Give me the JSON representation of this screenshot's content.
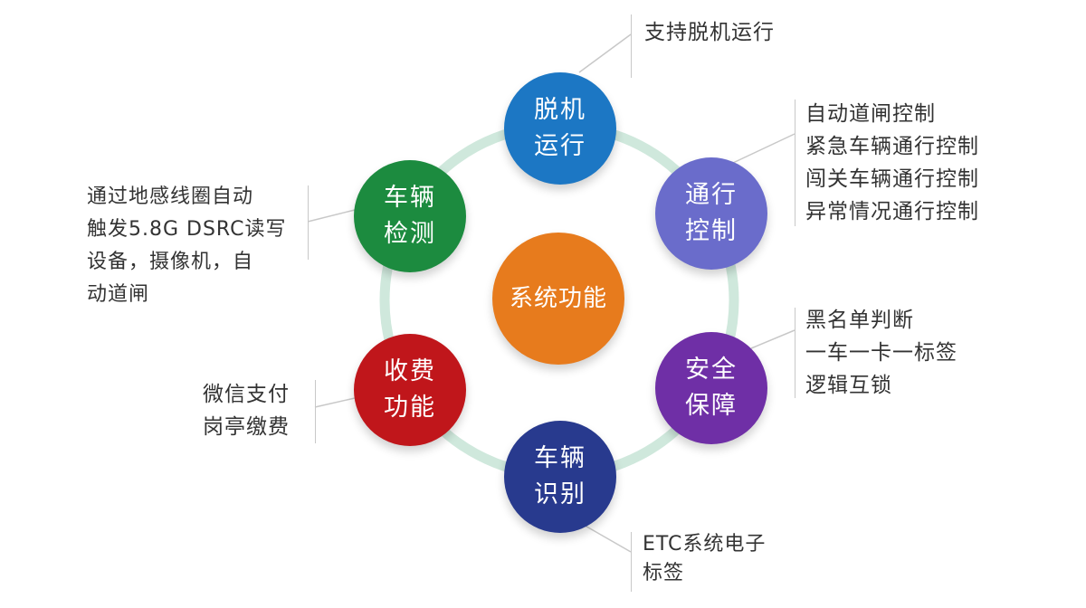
{
  "diagram": {
    "ring_color": "#cfe8dc",
    "leader_color": "#c8c8c8",
    "center": {
      "label": "系统功能",
      "color": "#e77b1d"
    },
    "nodes": [
      {
        "id": "offline",
        "line1": "脱机",
        "line2": "运行",
        "color": "#1c77c4"
      },
      {
        "id": "traffic",
        "line1": "通行",
        "line2": "控制",
        "color": "#6a6ccb"
      },
      {
        "id": "safety",
        "line1": "安全",
        "line2": "保障",
        "color": "#6f2fa6"
      },
      {
        "id": "recognition",
        "line1": "车辆",
        "line2": "识别",
        "color": "#283a8e"
      },
      {
        "id": "toll",
        "line1": "收费",
        "line2": "功能",
        "color": "#c0161b"
      },
      {
        "id": "detection",
        "line1": "车辆",
        "line2": "检测",
        "color": "#1c8b3f"
      }
    ],
    "descriptions": {
      "offline": [
        "支持脱机运行"
      ],
      "traffic": [
        "自动道闸控制",
        "紧急车辆通行控制",
        "闯关车辆通行控制",
        "异常情况通行控制"
      ],
      "safety": [
        "黑名单判断",
        "一车一卡一标签",
        "逻辑互锁"
      ],
      "recognition": [
        "ETC系统电子",
        "标签"
      ],
      "toll": [
        "微信支付",
        "岗亭缴费"
      ],
      "detection": [
        "通过地感线圈自动",
        "触发5.8G DSRC读写",
        "设备，摄像机，自",
        "动道闸"
      ]
    }
  }
}
